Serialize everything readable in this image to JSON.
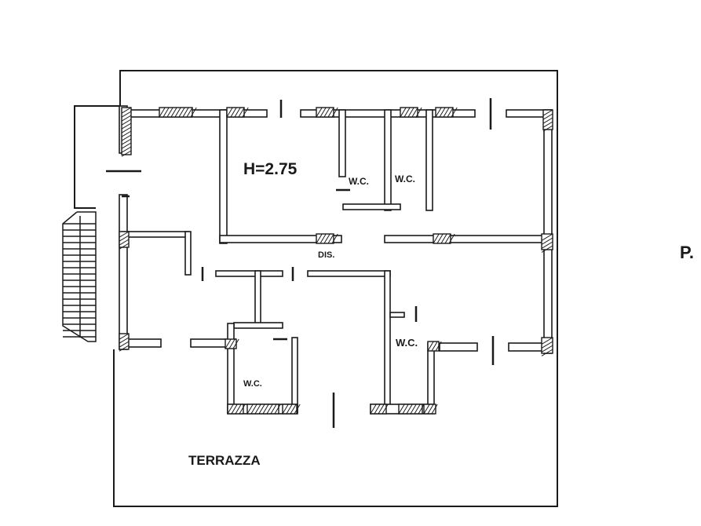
{
  "plan": {
    "height_label": "H=2.75",
    "rooms": {
      "wc_top_left": "W.C.",
      "wc_top_right": "W.C.",
      "wc_bottom_left": "W.C.",
      "wc_bottom_right": "W.C.",
      "corridor": "DIS.",
      "terrace": "TERRAZZA"
    },
    "floor_marker": "P."
  },
  "colors": {
    "ink": "#1a1a1a",
    "background": "#ffffff"
  }
}
